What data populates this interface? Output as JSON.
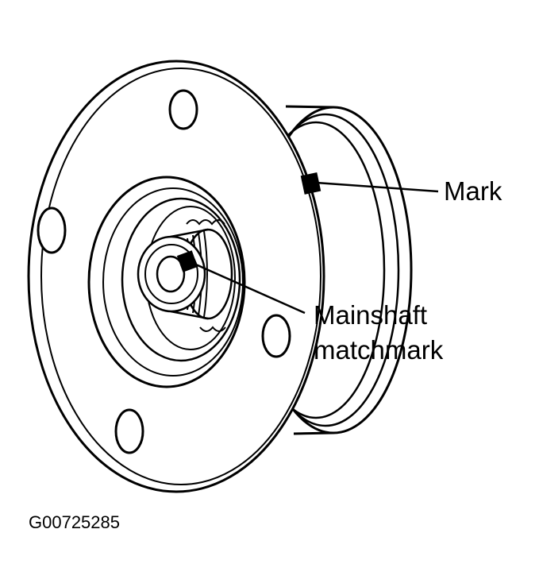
{
  "labels": {
    "mark": "Mark",
    "mainshaft_line1": "Mainshaft",
    "mainshaft_line2": "matchmark"
  },
  "figure_id": "G00725285",
  "colors": {
    "ink": "#000000",
    "paper": "#ffffff"
  }
}
